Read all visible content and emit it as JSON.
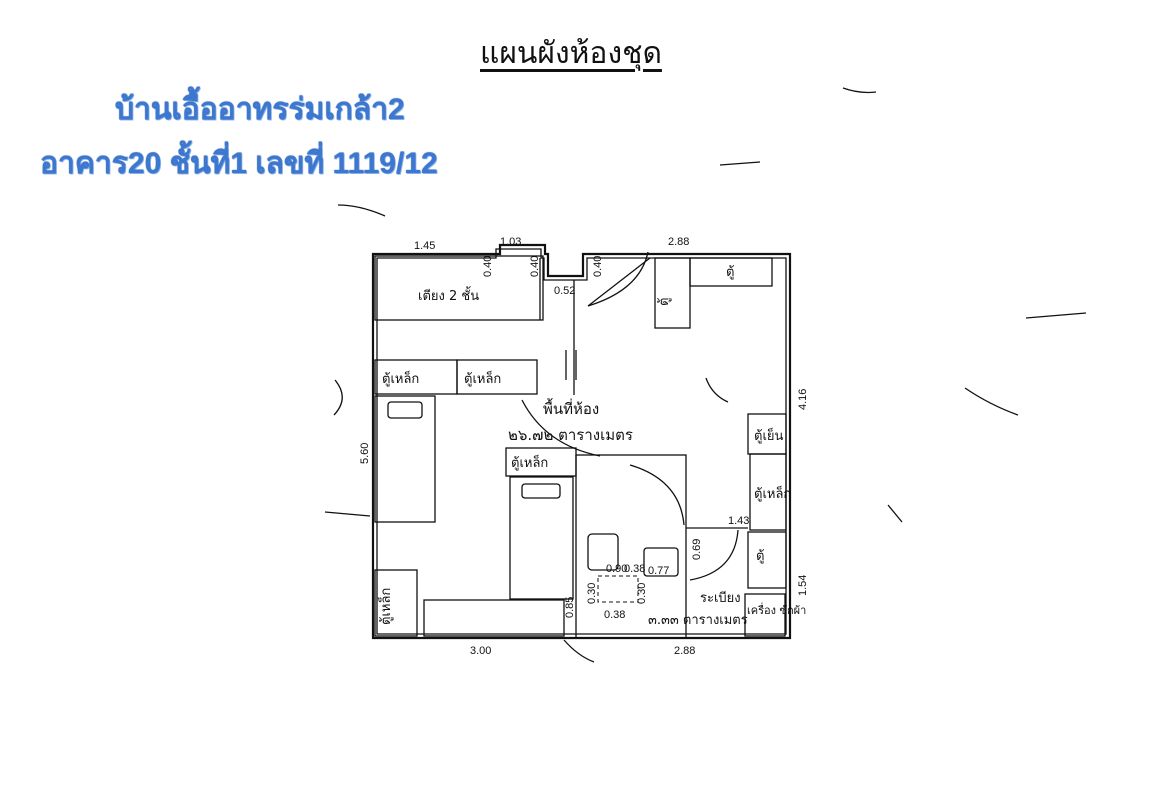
{
  "header": {
    "title": "แผนผังห้องชุด",
    "project": "บ้านเอื้ออาทรร่มเกล้า2",
    "address": "อาคาร20 ชั้นที่1 เลขที่ 1119/12"
  },
  "dimensions": {
    "top_left": "1.45",
    "top_mid": "1.03",
    "top_right": "2.88",
    "v040a": "0.40",
    "v040b": "0.40",
    "v040c": "0.40",
    "d052": "0.52",
    "left_height": "5.60",
    "right_height": "4.16",
    "right_bottom_height": "1.54",
    "bottom_left": "3.00",
    "bottom_right": "2.88",
    "d143": "1.43",
    "d069": "0.69",
    "d090": "0.90",
    "d038a": "0.38",
    "d038b": "0.38",
    "d030a": "0.30",
    "d030b": "0.30",
    "d077": "0.77",
    "d085": "0.85"
  },
  "labels": {
    "bunk_bed": "เตียง 2 ชั้น",
    "cabinet": "ตู้",
    "iron_cabinet": "ตู้เหล็ก",
    "fridge_cabinet": "ตู้เย็น",
    "room_area_label": "พื้นที่ห้อง",
    "room_area_value": "๒๖.๗๒ ตารางเมตร",
    "balcony_label": "ระเบียง",
    "balcony_area": "๓.๓๓ ตารางเมตร",
    "washer": "เครื่อง ซักผ้า"
  }
}
